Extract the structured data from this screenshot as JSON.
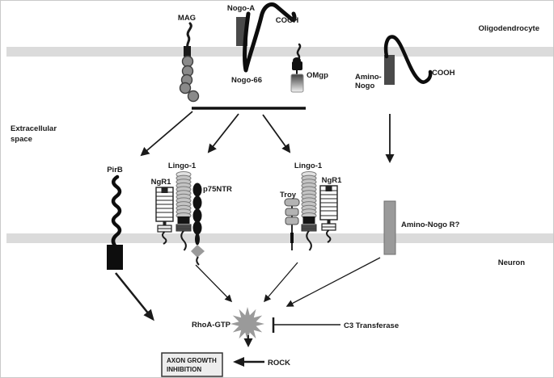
{
  "colors": {
    "membrane": "#dbdbdb",
    "dark_gray": "#4a4a4a",
    "mid_gray": "#9a9a9a",
    "bead_gray": "#8a8a8a",
    "light_fill": "#ededed",
    "ink": "#1a1a1a"
  },
  "compartments": {
    "oligodendrocyte": "Oligodendrocyte",
    "extracellular_line1": "Extracellular",
    "extracellular_line2": "space",
    "neuron": "Neuron"
  },
  "ligands": {
    "mag": "MAG",
    "nogo_a": "Nogo-A",
    "nogo_a_cooh": "COOH",
    "nogo_66": "Nogo-66",
    "omgp": "OMgp",
    "amino_nogo_line1": "Amino-",
    "amino_nogo_line2": "Nogo",
    "amino_nogo_cooh": "COOH"
  },
  "receptors": {
    "pirb": "PirB",
    "ngr1_left": "NgR1",
    "lingo1_left": "Lingo-1",
    "p75ntr": "p75NTR",
    "troy": "Troy",
    "lingo1_right": "Lingo-1",
    "ngr1_right": "NgR1",
    "amino_nogo_receptor": "Amino-Nogo R?"
  },
  "signaling": {
    "rhoa_gtp": "RhoA-GTP",
    "c3_transferase": "C3 Transferase",
    "rock": "ROCK",
    "outcome_line1": "AXON GROWTH",
    "outcome_line2": "INHIBITION"
  }
}
